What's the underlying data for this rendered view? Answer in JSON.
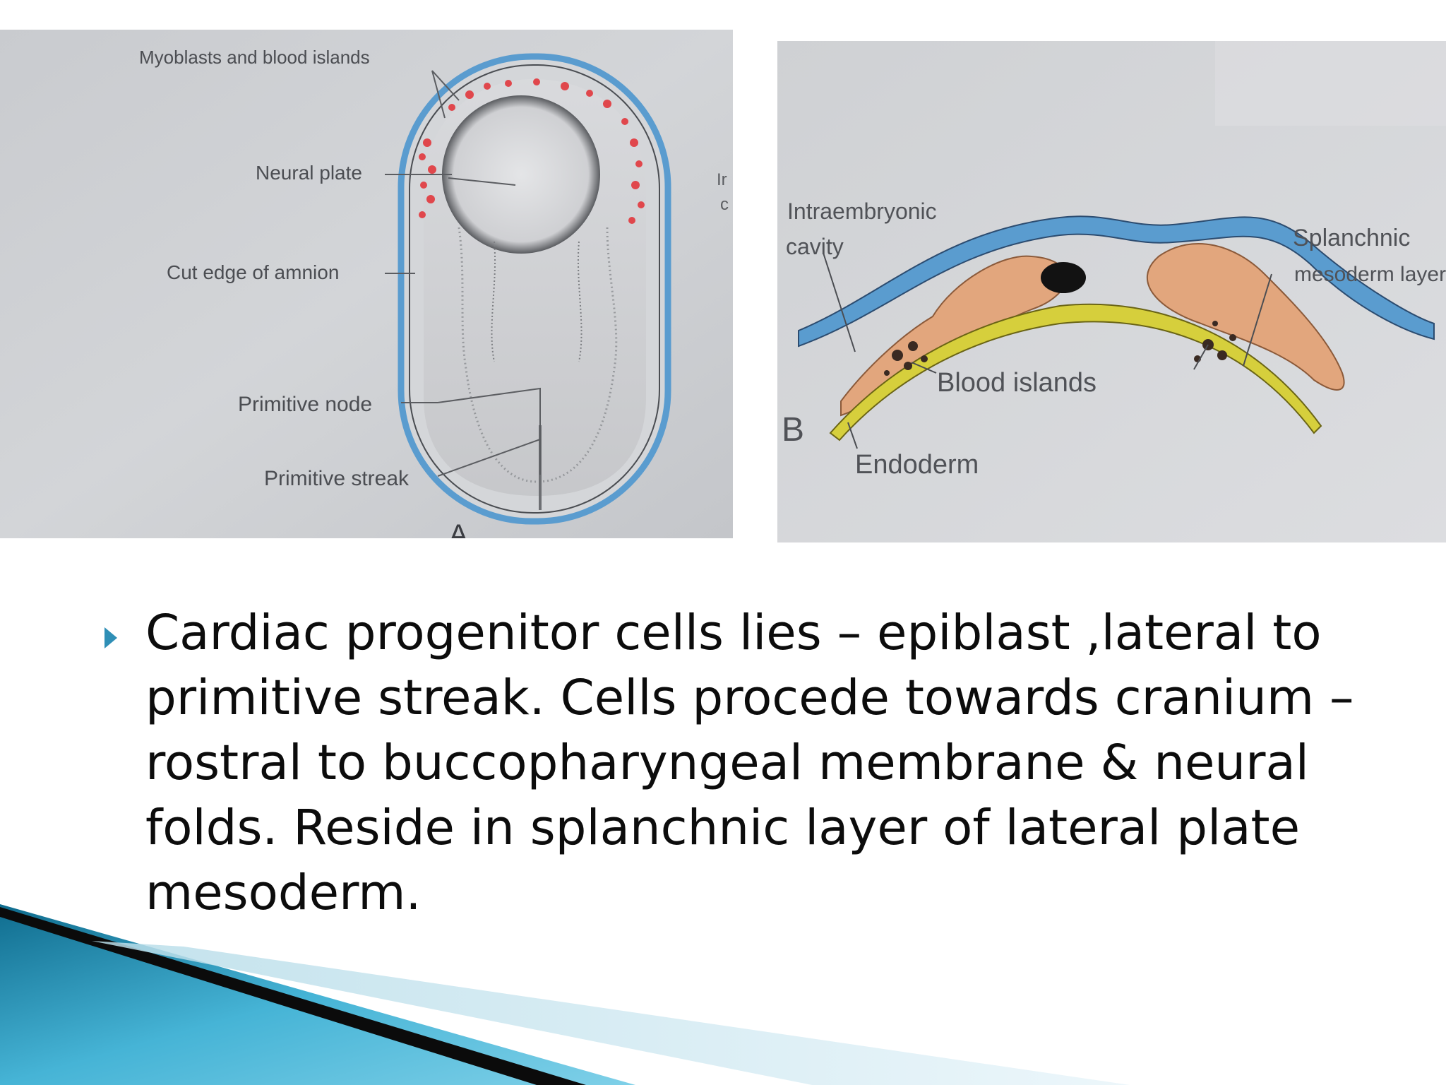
{
  "figure_a": {
    "labels": {
      "myoblasts": "Myoblasts and blood islands",
      "neural_plate": "Neural plate",
      "cut_edge": "Cut edge of amnion",
      "primitive_node": "Primitive node",
      "primitive_streak": "Primitive streak"
    },
    "panel_letter": "A",
    "cropped_text": [
      "Ir",
      "c"
    ]
  },
  "figure_b": {
    "labels": {
      "intraembryonic_1": "Intraembryonic",
      "intraembryonic_2": "cavity",
      "splanchnic_1": "Splanchnic",
      "splanchnic_2": "mesoderm layer",
      "blood_islands": "Blood islands",
      "endoderm": "Endoderm"
    },
    "panel_letter": "B"
  },
  "bullet": {
    "text": "Cardiac progenitor cells lies – epiblast ,lateral to primitive streak. Cells procede towards cranium –rostral to buccopharyngeal membrane & neural folds. Reside in splanchnic layer of lateral plate mesoderm."
  },
  "colors": {
    "ectoderm_blue": "#5a9ccf",
    "mesoderm_orange": "#e2a67d",
    "blood_red": "#e0474c",
    "endoderm_yellow": "#d6cf3c",
    "accent_blue": "#2f8fb6"
  }
}
